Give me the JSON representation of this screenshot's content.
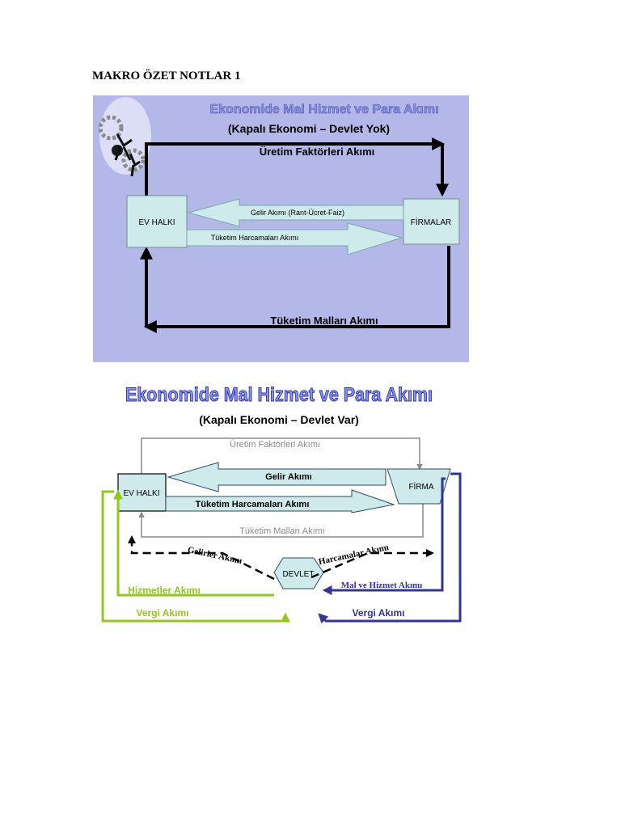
{
  "document": {
    "heading": "MAKRO ÖZET NOTLAR 1"
  },
  "diagram1": {
    "title": "Ekonomide Mal Hizmet ve Para Akımı",
    "subtitle": "(Kapalı Ekonomi – Devlet Yok)",
    "nodes": {
      "households": "EV HALKI",
      "firms": "FİRMALAR"
    },
    "flows": {
      "factors": "Üretim Faktörleri Akımı",
      "income": "Gelir Akımı (Rant-Ücret-Faiz)",
      "spending": "Tüketim Harcamaları Akımı",
      "goods": "Tüketim Malları Akımı"
    },
    "colors": {
      "background": "#b3b8e8",
      "box": "#cfeaea",
      "title": "#6f74cc"
    }
  },
  "diagram2": {
    "title": "Ekonomide Mal Hizmet ve Para Akımı",
    "subtitle": "(Kapalı Ekonomi – Devlet Var)",
    "nodes": {
      "households": "EV HALKI",
      "firm": "FİRMA",
      "government": "DEVLET"
    },
    "flows": {
      "factors": "Üretim Faktörleri Akımı",
      "income": "Gelir Akımı",
      "spending": "Tüketim Harcamaları  Akımı",
      "goods": "Tüketim Malları Akımı",
      "revenues": "Gelirler Akımı",
      "expenditures": "Harcamalar Akımı",
      "services": "Hizmetler Akımı",
      "tax_households": "Vergi Akımı",
      "goods_services": "Mal ve Hizmet Akımı",
      "tax_firm": "Vergi Akımı"
    },
    "colors": {
      "green": "#92c81a",
      "blue": "#33339a",
      "gray": "#8c8c8c",
      "box": "#cfeaea",
      "title": "#2a36b4"
    }
  }
}
